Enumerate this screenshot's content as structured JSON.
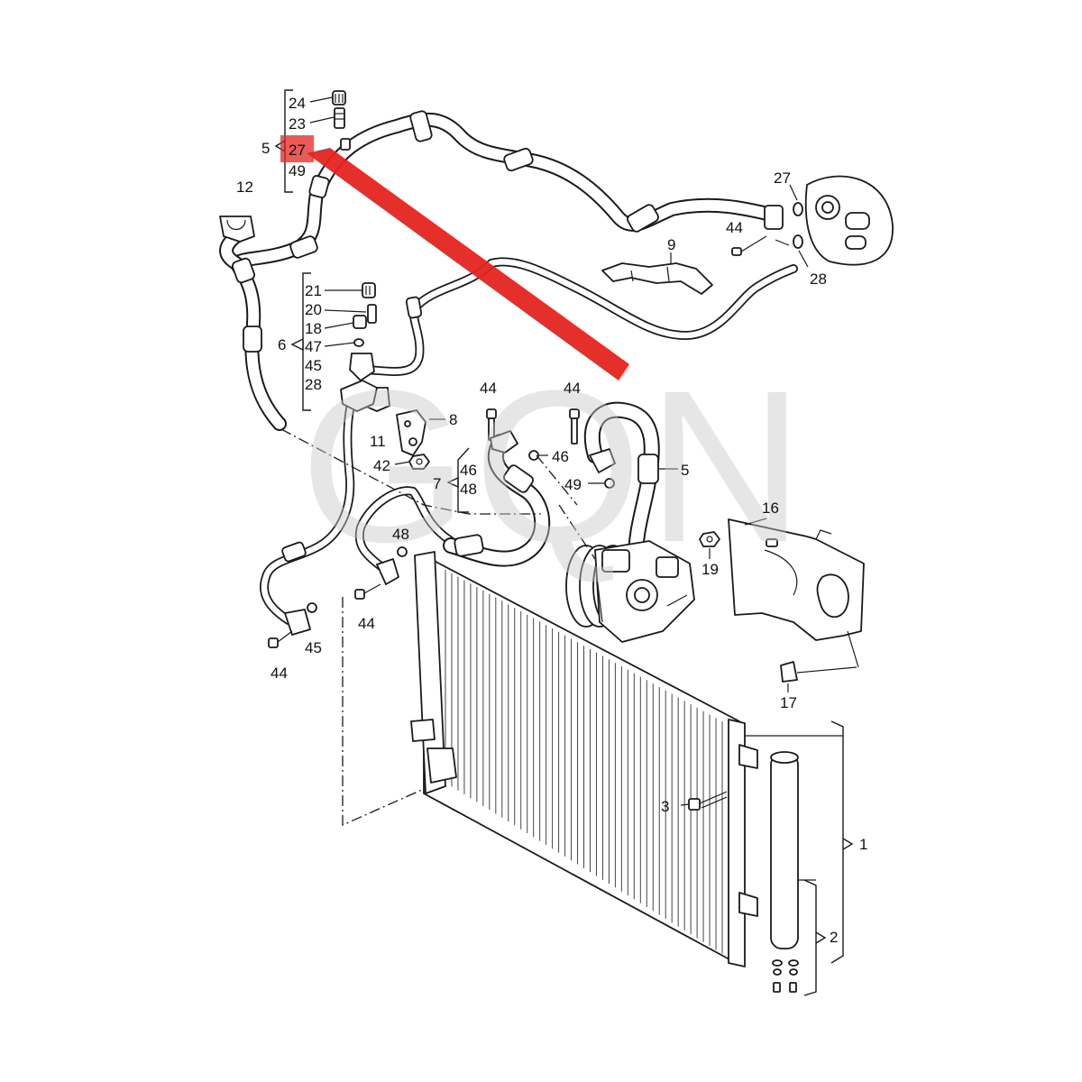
{
  "watermark": "GQN",
  "colors": {
    "highlight": "#e32420",
    "outline": "#1a1a1a",
    "watermark": "#c8c8c8",
    "background": "#ffffff"
  },
  "labels": {
    "p24": "24",
    "p23": "23",
    "p5_top": "5",
    "p27_highlight": "27",
    "p49_top": "49",
    "p12": "12",
    "p27_right": "27",
    "p44_right": "44",
    "p9": "9",
    "p28_right": "28",
    "p21": "21",
    "p20": "20",
    "p18": "18",
    "p6": "6",
    "p47": "47",
    "p45_group": "45",
    "p28_group": "28",
    "p8": "8",
    "p11": "11",
    "p42": "42",
    "p44_mid_a": "44",
    "p44_mid_b": "44",
    "p46_mid": "46",
    "p49_mid": "49",
    "p5_mid": "5",
    "p7": "7",
    "p46_group": "46",
    "p48_group": "48",
    "p16": "16",
    "p19": "19",
    "p48_lower": "48",
    "p44_lower_a": "44",
    "p44_lower_b": "44",
    "p45_lower": "45",
    "p17": "17",
    "p3": "3",
    "p1": "1",
    "p2": "2"
  }
}
